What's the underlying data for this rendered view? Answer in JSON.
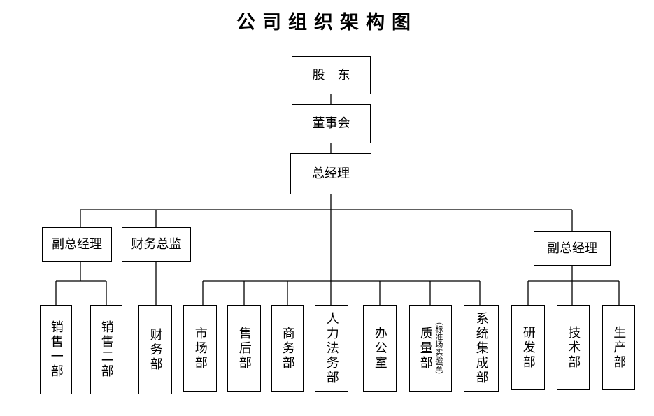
{
  "title": "公司组织架构图",
  "nodes": {
    "shareholders": "股　东",
    "board": "董事会",
    "gm": "总经理",
    "deputy_gm_left": "副总经理",
    "finance_director": "财务总监",
    "deputy_gm_right": "副总经理",
    "sales_1": "销售一部",
    "sales_2": "销售二部",
    "finance": "财务部",
    "market": "市场部",
    "after_sales": "售后部",
    "business": "商务部",
    "hr_legal": "人力法务部",
    "office": "办公室",
    "quality": "质量部",
    "quality_note": "（标准场实验室）",
    "system_integration": "系统集成部",
    "rnd": "研发部",
    "technology": "技术部",
    "production": "生产部"
  }
}
